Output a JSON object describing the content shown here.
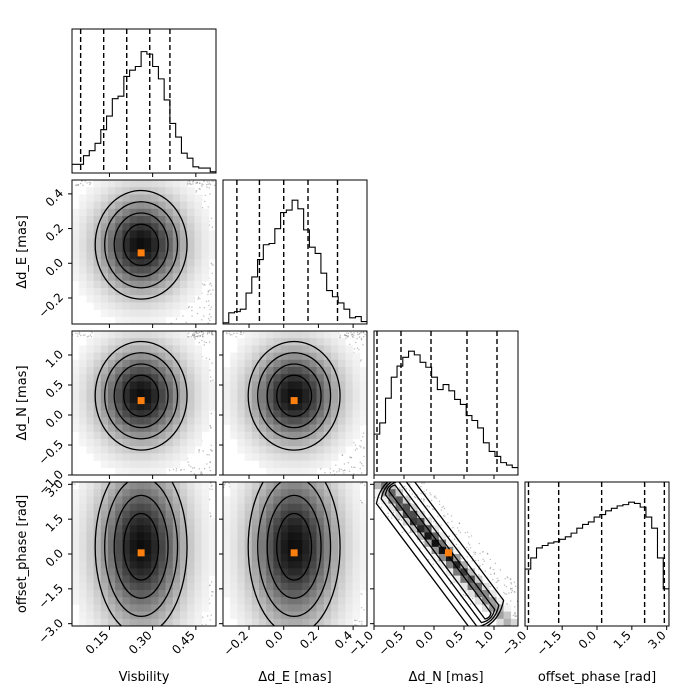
{
  "chart_data": {
    "type": "corner",
    "parameters": [
      "Visbility",
      "Δd_E [mas]",
      "Δd_N [mas]",
      "offset_phase [rad]"
    ],
    "ranges": [
      [
        0.02,
        0.52
      ],
      [
        -0.35,
        0.48
      ],
      [
        -1.0,
        1.4
      ],
      [
        -3.1,
        3.1
      ]
    ],
    "ticks": [
      {
        "values": [
          0.15,
          0.3,
          0.45
        ],
        "labels": [
          "0.15",
          "0.30",
          "0.45"
        ]
      },
      {
        "values": [
          -0.2,
          0.0,
          0.2,
          0.4
        ],
        "labels": [
          "−0.2",
          "0.0",
          "0.2",
          "0.4"
        ]
      },
      {
        "values": [
          -1.0,
          -0.5,
          0.0,
          0.5,
          1.0
        ],
        "labels": [
          "−1.0",
          "−0.5",
          "0.0",
          "0.5",
          "1.0"
        ]
      },
      {
        "values": [
          -3.0,
          -1.5,
          0.0,
          1.5,
          3.0
        ],
        "labels": [
          "−3.0",
          "−1.5",
          "0.0",
          "1.5",
          "3.0"
        ]
      }
    ],
    "quantiles": [
      [
        0.05,
        0.13,
        0.21,
        0.29,
        0.36
      ],
      [
        -0.27,
        -0.14,
        0.0,
        0.14,
        0.31
      ],
      [
        -0.95,
        -0.55,
        -0.05,
        0.55,
        1.05
      ],
      [
        -2.95,
        -1.65,
        0.2,
        2.05,
        2.9
      ]
    ],
    "truths": [
      0.26,
      0.06,
      0.24,
      0.05
    ],
    "histograms": [
      [
        0.07,
        0.07,
        0.14,
        0.18,
        0.24,
        0.35,
        0.46,
        0.6,
        0.62,
        0.78,
        0.83,
        0.86,
        0.98,
        0.96,
        0.86,
        0.76,
        0.59,
        0.4,
        0.29,
        0.16,
        0.12,
        0.05,
        0.04,
        0.04,
        0.01
      ],
      [
        0.01,
        0.09,
        0.1,
        0.12,
        0.25,
        0.38,
        0.52,
        0.64,
        0.65,
        0.77,
        0.9,
        0.92,
        1.0,
        0.93,
        0.76,
        0.62,
        0.57,
        0.41,
        0.27,
        0.22,
        0.17,
        0.12,
        0.05,
        0.06,
        0.02
      ],
      [
        0.33,
        0.42,
        0.62,
        0.79,
        0.88,
        0.95,
        1.0,
        0.97,
        0.91,
        0.87,
        0.79,
        0.69,
        0.73,
        0.68,
        0.61,
        0.57,
        0.48,
        0.44,
        0.38,
        0.26,
        0.19,
        0.15,
        0.1,
        0.08,
        0.06
      ],
      [
        0.46,
        0.55,
        0.63,
        0.65,
        0.67,
        0.68,
        0.7,
        0.72,
        0.75,
        0.79,
        0.82,
        0.84,
        0.88,
        0.9,
        0.93,
        0.95,
        0.97,
        0.98,
        1.0,
        0.99,
        0.96,
        0.88,
        0.79,
        0.55,
        0.3
      ]
    ],
    "truth_marker_color": "#ff7f0e",
    "contour_color": "#000000",
    "histogram_color": "#000000"
  }
}
